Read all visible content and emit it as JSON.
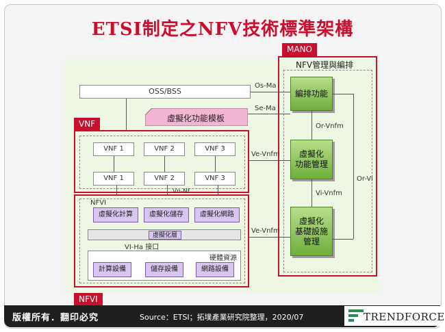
{
  "title": "ETSI制定之NFV技術標準架構",
  "tags": {
    "mano": "MANO",
    "vnf": "VNF",
    "nfvi": "NFVI"
  },
  "diagram": {
    "oss_bss": "OSS/BSS",
    "vnf_template": "虛擬化功能模板",
    "vnf_boxes": [
      "VNF 1",
      "VNF 2",
      "VNF 3"
    ],
    "em_boxes": [
      "VNF 1",
      "VNF 2",
      "VNF 3"
    ],
    "vn_nf": "Vn-Nf",
    "nfvi_label": "NFVI",
    "virtual_resources": [
      "虛擬化計算",
      "虛擬化儲存",
      "虛擬化網路"
    ],
    "virtualization_layer": "虛擬化層",
    "vi_ha": "VI-Ha 接口",
    "hardware_label": "硬體資源",
    "hardware_resources": [
      "計算設備",
      "儲存設備",
      "網路設備"
    ],
    "mano_title": "NFV管理與編排",
    "orchestrator": "編排功能",
    "vnf_manager": "虛擬化\n功能管理",
    "vim": "虛擬化\n基礎設施\n管理",
    "ref_points": {
      "os_ma": "Os-Ma",
      "se_ma": "Se-Ma",
      "ve_vnfm_1": "Ve-Vnfm",
      "ve_vnfm_2": "Ve-Vnfm",
      "or_vnfm": "Or-Vnfm",
      "vi_vnfm": "Vi-Vnfm",
      "or_vi": "Or-Vi"
    }
  },
  "footer": {
    "rights": "版權所有．翻印必究",
    "source": "Source：ETSI；拓墣產業研究院整理，2020/07",
    "brand": "TRENDFORCE"
  },
  "colors": {
    "accent_red": "#c8102e",
    "green": "#6fae3e",
    "purple": "#d8c5f0",
    "pink": "#f3b6d2"
  }
}
